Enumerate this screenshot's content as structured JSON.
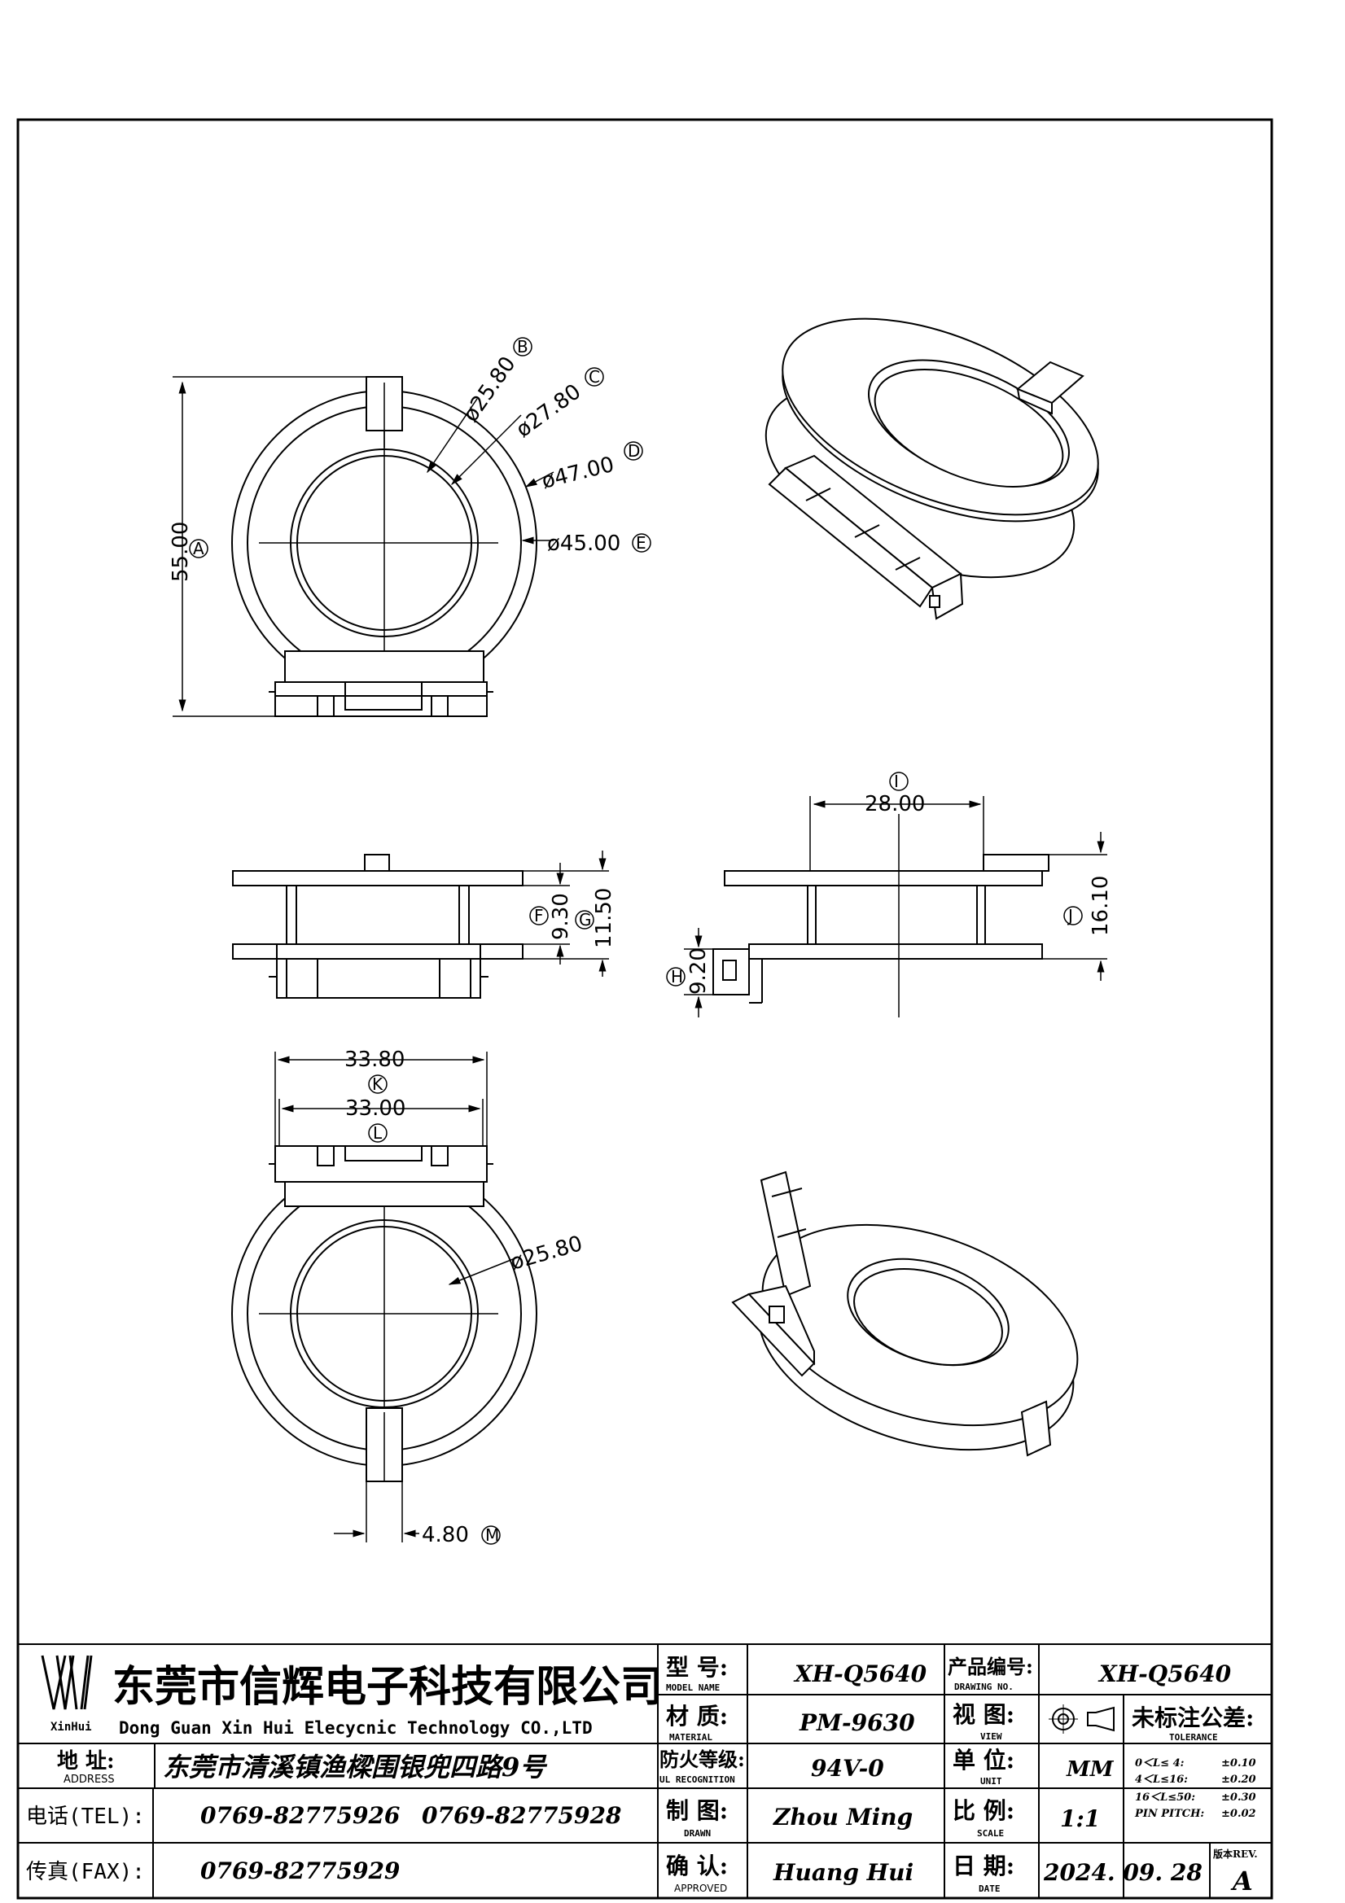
{
  "views": {
    "front": {
      "dims": {
        "height": "55.00",
        "d1": "ø25.80",
        "d2": "ø27.80",
        "d3": "ø47.00",
        "d4": "ø45.00"
      },
      "tags": {
        "a": "A",
        "b": "B",
        "c": "C",
        "d": "D",
        "e": "E"
      }
    },
    "side_left": {
      "dims": {
        "g1": "9.30",
        "g2": "11.50"
      },
      "tags": {
        "f": "F",
        "g": "G"
      }
    },
    "side_right": {
      "dims": {
        "width": "28.00",
        "h1": "16.10",
        "h2": "9.20"
      },
      "tags": {
        "i": "I",
        "j": "J",
        "h": "H"
      }
    },
    "bottom": {
      "dims": {
        "w1": "33.80",
        "w2": "33.00",
        "d": "ø25.80",
        "slot": "4.80"
      },
      "tags": {
        "k": "K",
        "l": "L",
        "m": "M"
      }
    }
  },
  "title_block": {
    "company_cn": "东莞市信辉电子科技有限公司",
    "company_en": "Dong Guan Xin Hui Elecycnic Technology CO.,LTD",
    "logo_text": "XinHui",
    "address_label": "地 址:",
    "address_label_en": "ADDRESS",
    "address_value": "东莞市清溪镇渔樑围银兜四路9号",
    "tel_label": "电话(TEL):",
    "tel_value1": "0769-82775926",
    "tel_value2": "0769-82775928",
    "fax_label": "传真(FAX):",
    "fax_value": "0769-82775929",
    "model_label": "型 号:",
    "model_label_en": "MODEL NAME",
    "model_value": "XH-Q5640",
    "material_label": "材 质:",
    "material_label_en": "MATERIAL",
    "material_value": "PM-9630",
    "flame_label": "防火等级:",
    "flame_label_en": "UL RECOGNITION",
    "flame_value": "94V-0",
    "drawn_label": "制 图:",
    "drawn_label_en": "DRAWN",
    "drawn_value": "Zhou Ming",
    "approved_label": "确 认:",
    "approved_label_en": "APPROVED",
    "approved_value": "Huang Hui",
    "drawing_no_label": "产品编号:",
    "drawing_no_label_en": "DRAWING NO.",
    "drawing_no_value": "XH-Q5640",
    "view_label": "视 图:",
    "view_label_en": "VIEW",
    "unit_label": "单 位:",
    "unit_label_en": "UNIT",
    "unit_value": "MM",
    "scale_label": "比 例:",
    "scale_label_en": "SCALE",
    "scale_value": "1:1",
    "date_label": "日 期:",
    "date_label_en": "DATE",
    "date_value": "2024. 09. 28",
    "tolerance_label": "未标注公差:",
    "tolerance_label_en": "TOLERANCE",
    "tolerance_rows": [
      {
        "range": "0＜L≤ 4:",
        "value": "±0.10"
      },
      {
        "range": "4＜L≤16:",
        "value": "±0.20"
      },
      {
        "range": "16＜L≤50:",
        "value": "±0.30"
      },
      {
        "range": "PIN PITCH:",
        "value": "±0.02"
      }
    ],
    "rev_label": "版本REV.",
    "rev_value": "A"
  }
}
